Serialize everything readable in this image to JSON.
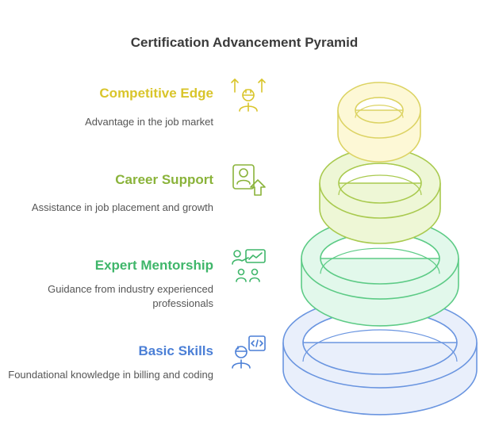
{
  "title": "Certification Advancement Pyramid",
  "levels": [
    {
      "title": "Competitive Edge",
      "description": "Advantage in the job market",
      "icon": "person-arrows-up-icon",
      "color": "#d9c52b",
      "fill": "#fdf8d6",
      "stroke": "#dcd363"
    },
    {
      "title": "Career Support",
      "description": "Assistance in job placement and growth",
      "icon": "person-arrow-up-icon",
      "color": "#8ab33a",
      "fill": "#eef7d6",
      "stroke": "#a9ca4f"
    },
    {
      "title": "Expert Mentorship",
      "description": "Guidance from industry experienced professionals",
      "icon": "mentor-group-icon",
      "color": "#3fb66a",
      "fill": "#e2f8eb",
      "stroke": "#5dcb86"
    },
    {
      "title": "Basic Skills",
      "description": "Foundational knowledge in billing and coding",
      "icon": "worker-code-icon",
      "color": "#4b7fd6",
      "fill": "#e9effb",
      "stroke": "#6a95e0"
    }
  ]
}
